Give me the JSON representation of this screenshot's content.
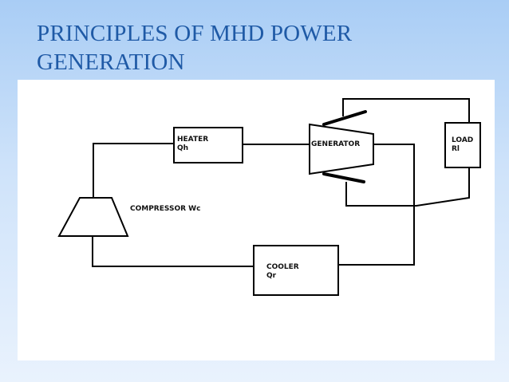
{
  "slide": {
    "title_line1": "PRINCIPLES OF MHD POWER",
    "title_line2": "GENERATION"
  },
  "diagram": {
    "heater": {
      "name": "HEATER",
      "symbol": "Qh"
    },
    "generator": {
      "name": "GENERATOR"
    },
    "load": {
      "name": "LOAD",
      "symbol": "Rl"
    },
    "compressor": {
      "label": "COMPRESSOR Wc"
    },
    "cooler": {
      "name": "COOLER",
      "symbol": "Qr"
    }
  },
  "colors": {
    "title": "#1f5aa6",
    "line": "#000000"
  }
}
